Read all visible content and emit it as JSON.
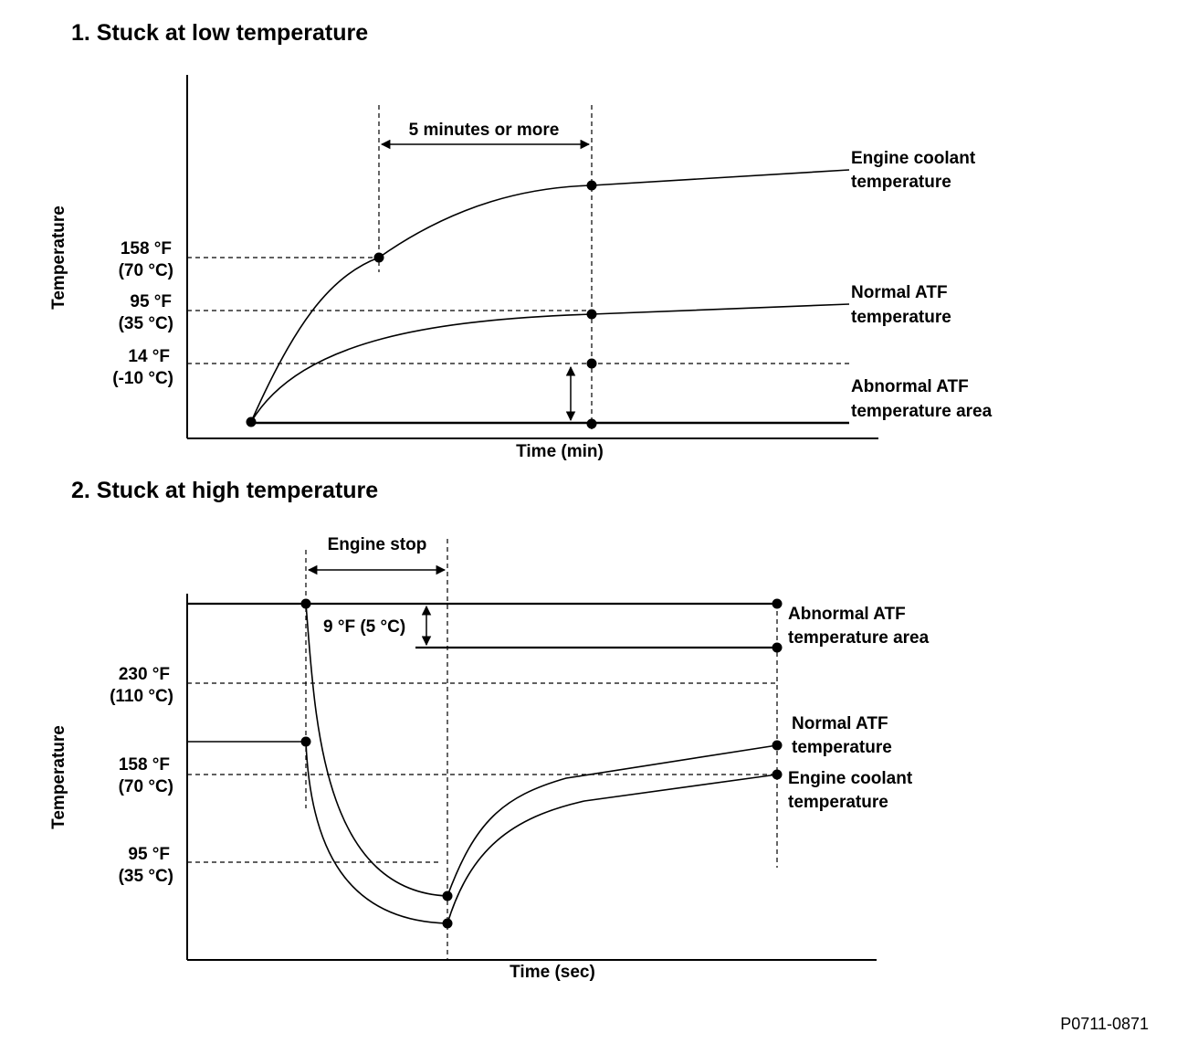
{
  "diagram": {
    "code": "P0711-0871",
    "panel1": {
      "title": "1. Stuck at low temperature",
      "y_axis_label": "Temperature",
      "x_axis_label": "Time (min)",
      "interval_label": "5 minutes or more",
      "temp_labels": [
        {
          "f": "158 °F",
          "c": "(70 °C)"
        },
        {
          "f": "95 °F",
          "c": "(35 °C)"
        },
        {
          "f": "14 °F",
          "c": "(-10 °C)"
        }
      ],
      "curve_labels": {
        "coolant": [
          "Engine coolant",
          "temperature"
        ],
        "normal_atf": [
          "Normal ATF",
          "temperature"
        ],
        "abnormal_atf": [
          "Abnormal ATF",
          "temperature area"
        ]
      }
    },
    "panel2": {
      "title": "2. Stuck at high temperature",
      "y_axis_label": "Temperature",
      "x_axis_label": "Time (sec)",
      "interval_label": "Engine stop",
      "delta_label": "9 °F (5 °C)",
      "temp_labels": [
        {
          "f": "230 °F",
          "c": "(110 °C)"
        },
        {
          "f": "158 °F",
          "c": "(70 °C)"
        },
        {
          "f": "95 °F",
          "c": "(35 °C)"
        }
      ],
      "curve_labels": {
        "abnormal_atf": [
          "Abnormal ATF",
          "temperature area"
        ],
        "normal_atf": [
          "Normal ATF",
          "temperature"
        ],
        "coolant": [
          "Engine coolant",
          "temperature"
        ]
      }
    }
  }
}
